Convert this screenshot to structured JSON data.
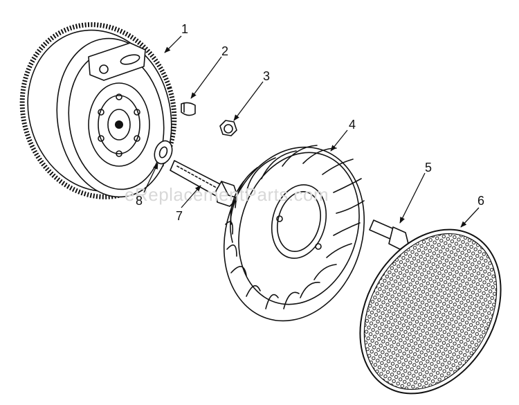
{
  "watermark": "eReplacementParts.com",
  "callouts": [
    {
      "label": "1",
      "part": "flywheel"
    },
    {
      "label": "2",
      "part": "key"
    },
    {
      "label": "3",
      "part": "nut"
    },
    {
      "label": "4",
      "part": "fan"
    },
    {
      "label": "5",
      "part": "screw"
    },
    {
      "label": "6",
      "part": "screen"
    },
    {
      "label": "7",
      "part": "bolt"
    },
    {
      "label": "8",
      "part": "washer"
    }
  ]
}
